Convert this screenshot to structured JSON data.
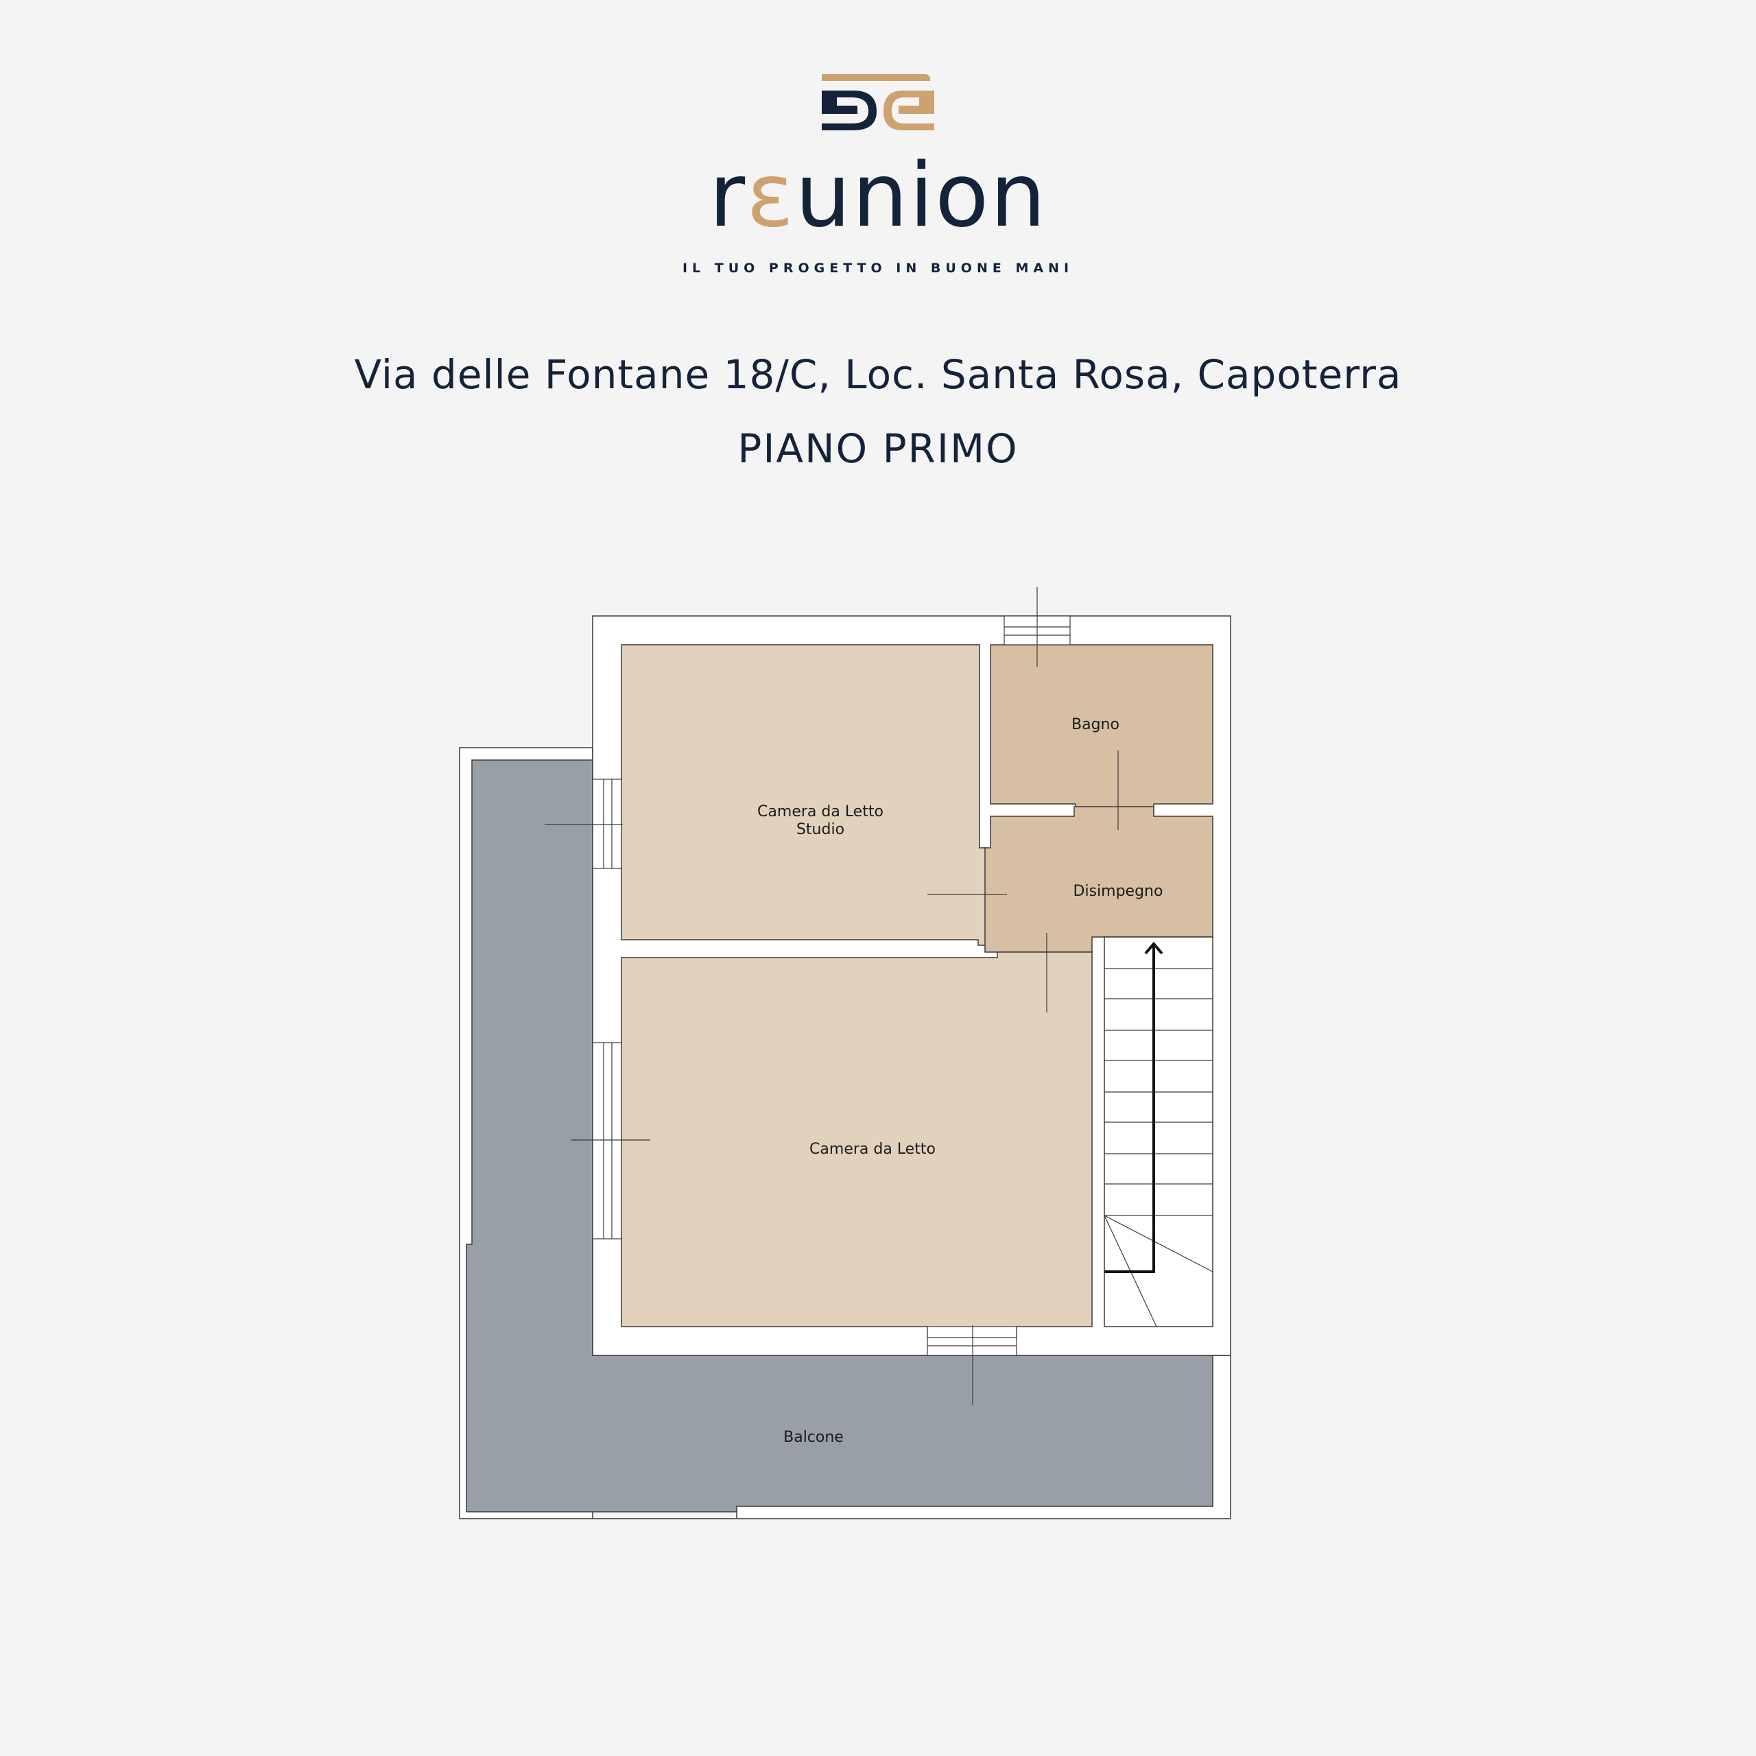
{
  "brand": {
    "wordmark_start": "r",
    "wordmark_gold": "ε",
    "wordmark_end": "union",
    "tagline": "IL TUO PROGETTO IN BUONE MANI",
    "logo_icon": "reunion-monogram-icon",
    "colors": {
      "navy": "#14233a",
      "gold": "#cda26e"
    }
  },
  "header": {
    "address": "Via delle Fontane 18/C, Loc. Santa Rosa, Capoterra",
    "floor": "PIANO PRIMO"
  },
  "plan": {
    "rooms": {
      "bagno": "Bagno",
      "studio_line1": "Camera da Letto",
      "studio_line2": "Studio",
      "disimpegno": "Disimpegno",
      "camera": "Camera da Letto",
      "balcone": "Balcone"
    },
    "colors": {
      "bedroom": "#e2d2bd",
      "wet_area": "#d7bfa3",
      "balcony": "#999fa7",
      "wall": "#ffffff",
      "line": "#3a3a3a"
    }
  }
}
